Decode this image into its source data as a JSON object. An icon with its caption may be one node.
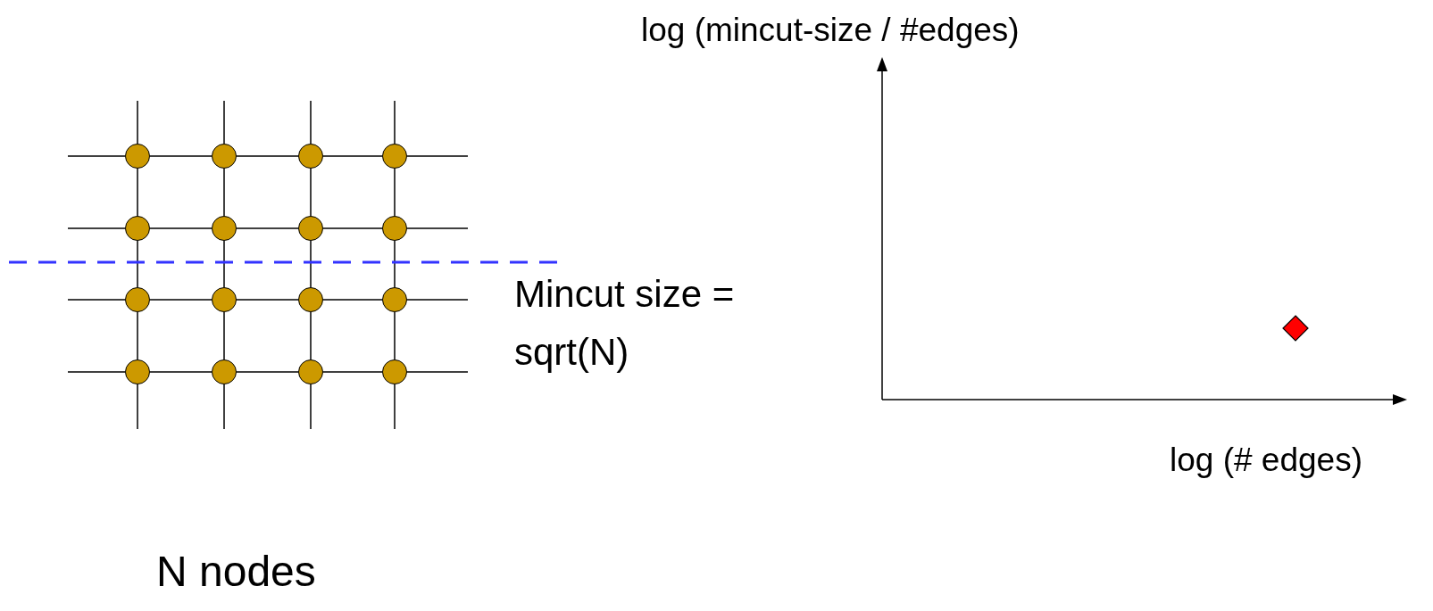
{
  "diagram": {
    "nodes": [
      {
        "text": [],
        "shape": "circle"
      },
      {
        "text": [],
        "shape": "circle"
      },
      {
        "text": [],
        "shape": "circle"
      },
      {
        "text": [],
        "shape": "circle"
      },
      {
        "text": [],
        "shape": "circle"
      },
      {
        "text": [],
        "shape": "circle"
      },
      {
        "text": [],
        "shape": "circle"
      },
      {
        "text": [],
        "shape": "circle"
      },
      {
        "text": [],
        "shape": "circle"
      },
      {
        "text": [],
        "shape": "circle"
      },
      {
        "text": [],
        "shape": "circle"
      },
      {
        "text": [],
        "shape": "circle"
      },
      {
        "text": [],
        "shape": "circle"
      },
      {
        "text": [],
        "shape": "circle"
      },
      {
        "text": [],
        "shape": "circle"
      },
      {
        "text": [],
        "shape": "circle"
      }
    ],
    "edges": [
      {
        "from": 0,
        "to": 1,
        "arrow": "none"
      },
      {
        "from": 1,
        "to": 2,
        "arrow": "none"
      },
      {
        "from": 2,
        "to": 3,
        "arrow": "none"
      },
      {
        "from": 4,
        "to": 5,
        "arrow": "none"
      },
      {
        "from": 5,
        "to": 6,
        "arrow": "none"
      },
      {
        "from": 6,
        "to": 7,
        "arrow": "none"
      },
      {
        "from": 8,
        "to": 9,
        "arrow": "none"
      },
      {
        "from": 9,
        "to": 10,
        "arrow": "none"
      },
      {
        "from": 10,
        "to": 11,
        "arrow": "none"
      },
      {
        "from": 12,
        "to": 13,
        "arrow": "none"
      },
      {
        "from": 13,
        "to": 14,
        "arrow": "none"
      },
      {
        "from": 14,
        "to": 15,
        "arrow": "none"
      },
      {
        "from": 0,
        "to": 4,
        "arrow": "none"
      },
      {
        "from": 4,
        "to": 8,
        "arrow": "none"
      },
      {
        "from": 8,
        "to": 12,
        "arrow": "none"
      },
      {
        "from": 1,
        "to": 5,
        "arrow": "none"
      },
      {
        "from": 5,
        "to": 9,
        "arrow": "none"
      },
      {
        "from": 9,
        "to": 13,
        "arrow": "none"
      },
      {
        "from": 2,
        "to": 6,
        "arrow": "none"
      },
      {
        "from": 6,
        "to": 10,
        "arrow": "none"
      },
      {
        "from": 10,
        "to": 14,
        "arrow": "none"
      },
      {
        "from": 3,
        "to": 7,
        "arrow": "none"
      },
      {
        "from": 7,
        "to": 11,
        "arrow": "none"
      },
      {
        "from": 11,
        "to": 15,
        "arrow": "none"
      },
      {
        "from": null,
        "to": 0,
        "arrow": "none"
      },
      {
        "from": null,
        "to": 4,
        "arrow": "none"
      },
      {
        "from": null,
        "to": 8,
        "arrow": "none"
      },
      {
        "from": null,
        "to": 12,
        "arrow": "none"
      },
      {
        "from": null,
        "to": 3,
        "arrow": "none"
      },
      {
        "from": null,
        "to": 7,
        "arrow": "none"
      },
      {
        "from": null,
        "to": 11,
        "arrow": "none"
      },
      {
        "from": null,
        "to": 15,
        "arrow": "none"
      },
      {
        "from": null,
        "to": 0,
        "arrow": "none"
      },
      {
        "from": null,
        "to": 1,
        "arrow": "none"
      },
      {
        "from": null,
        "to": 2,
        "arrow": "none"
      },
      {
        "from": null,
        "to": 3,
        "arrow": "none"
      },
      {
        "from": null,
        "to": 12,
        "arrow": "none"
      },
      {
        "from": null,
        "to": 13,
        "arrow": "none"
      },
      {
        "from": null,
        "to": 14,
        "arrow": "none"
      },
      {
        "from": null,
        "to": 15,
        "arrow": "none"
      }
    ],
    "labels": [
      "log (mincut-size / #edges)",
      "Mincut size = sqrt(N)",
      "log (# edges)",
      "N nodes"
    ]
  }
}
